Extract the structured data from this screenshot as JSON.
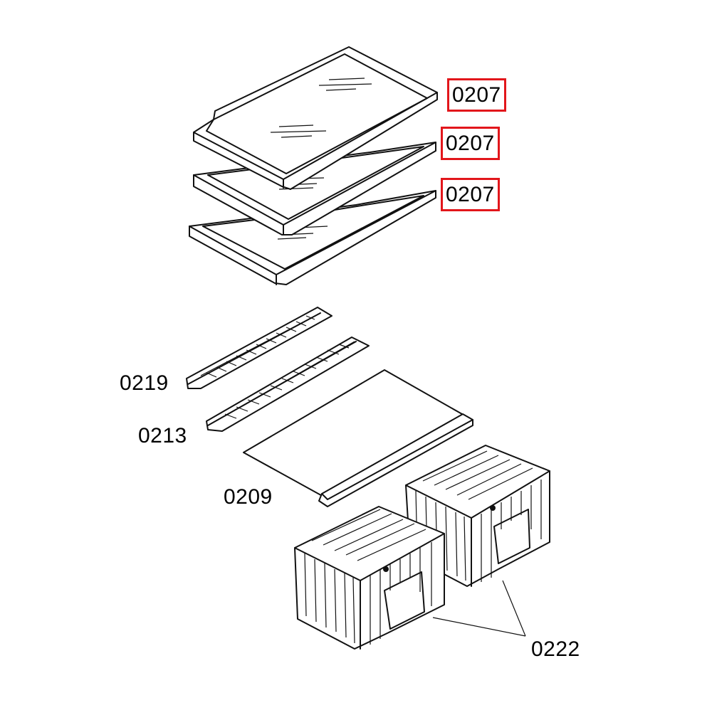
{
  "parts": [
    {
      "id": "glass-shelf-top",
      "label": "0207",
      "highlighted": true
    },
    {
      "id": "glass-shelf-middle",
      "label": "0207",
      "highlighted": true
    },
    {
      "id": "glass-shelf-bottom",
      "label": "0207",
      "highlighted": true
    },
    {
      "id": "shelf-strip-rear",
      "label": "0219",
      "highlighted": false
    },
    {
      "id": "shelf-strip-front",
      "label": "0213",
      "highlighted": false
    },
    {
      "id": "crisper-cover-glass",
      "label": "0209",
      "highlighted": false
    },
    {
      "id": "crisper-drawers",
      "label": "0222",
      "highlighted": false
    }
  ],
  "colors": {
    "highlight_box": "#e2161b",
    "line_art": "#111111",
    "background": "#ffffff"
  }
}
